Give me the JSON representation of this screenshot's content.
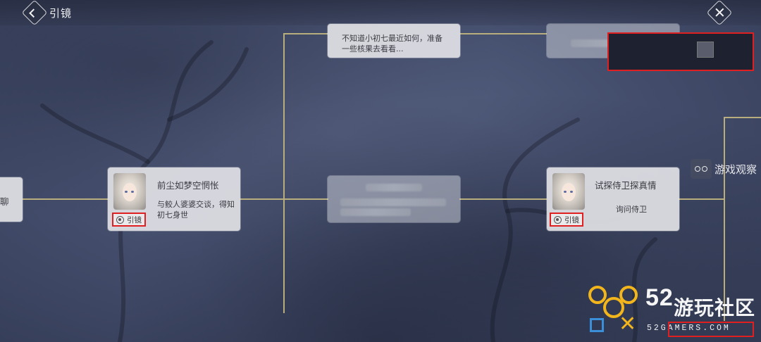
{
  "header": {
    "title": "引镜"
  },
  "cards": {
    "left_partial": {
      "title_fragment": "聊"
    },
    "quest1": {
      "title": "前尘如梦空惘怅",
      "desc": "与鲛人婆婆交谈，得知初七身世",
      "badge": "引镜"
    },
    "top_card": {
      "desc": "不知道小初七最近如何，准备一些核果去看看..."
    },
    "quest2": {
      "title": "试探侍卫探真情",
      "desc": "询问侍卫",
      "badge": "引镜"
    }
  },
  "side_label": "游戏观察",
  "watermark": {
    "number": "52",
    "name": "游玩社区",
    "url": "52GAMERS.COM"
  },
  "colors": {
    "connector": "#b8ad7d",
    "highlight": "#e02020",
    "watermark_yellow": "#f2b51c",
    "watermark_blue": "#3a8fd8"
  }
}
